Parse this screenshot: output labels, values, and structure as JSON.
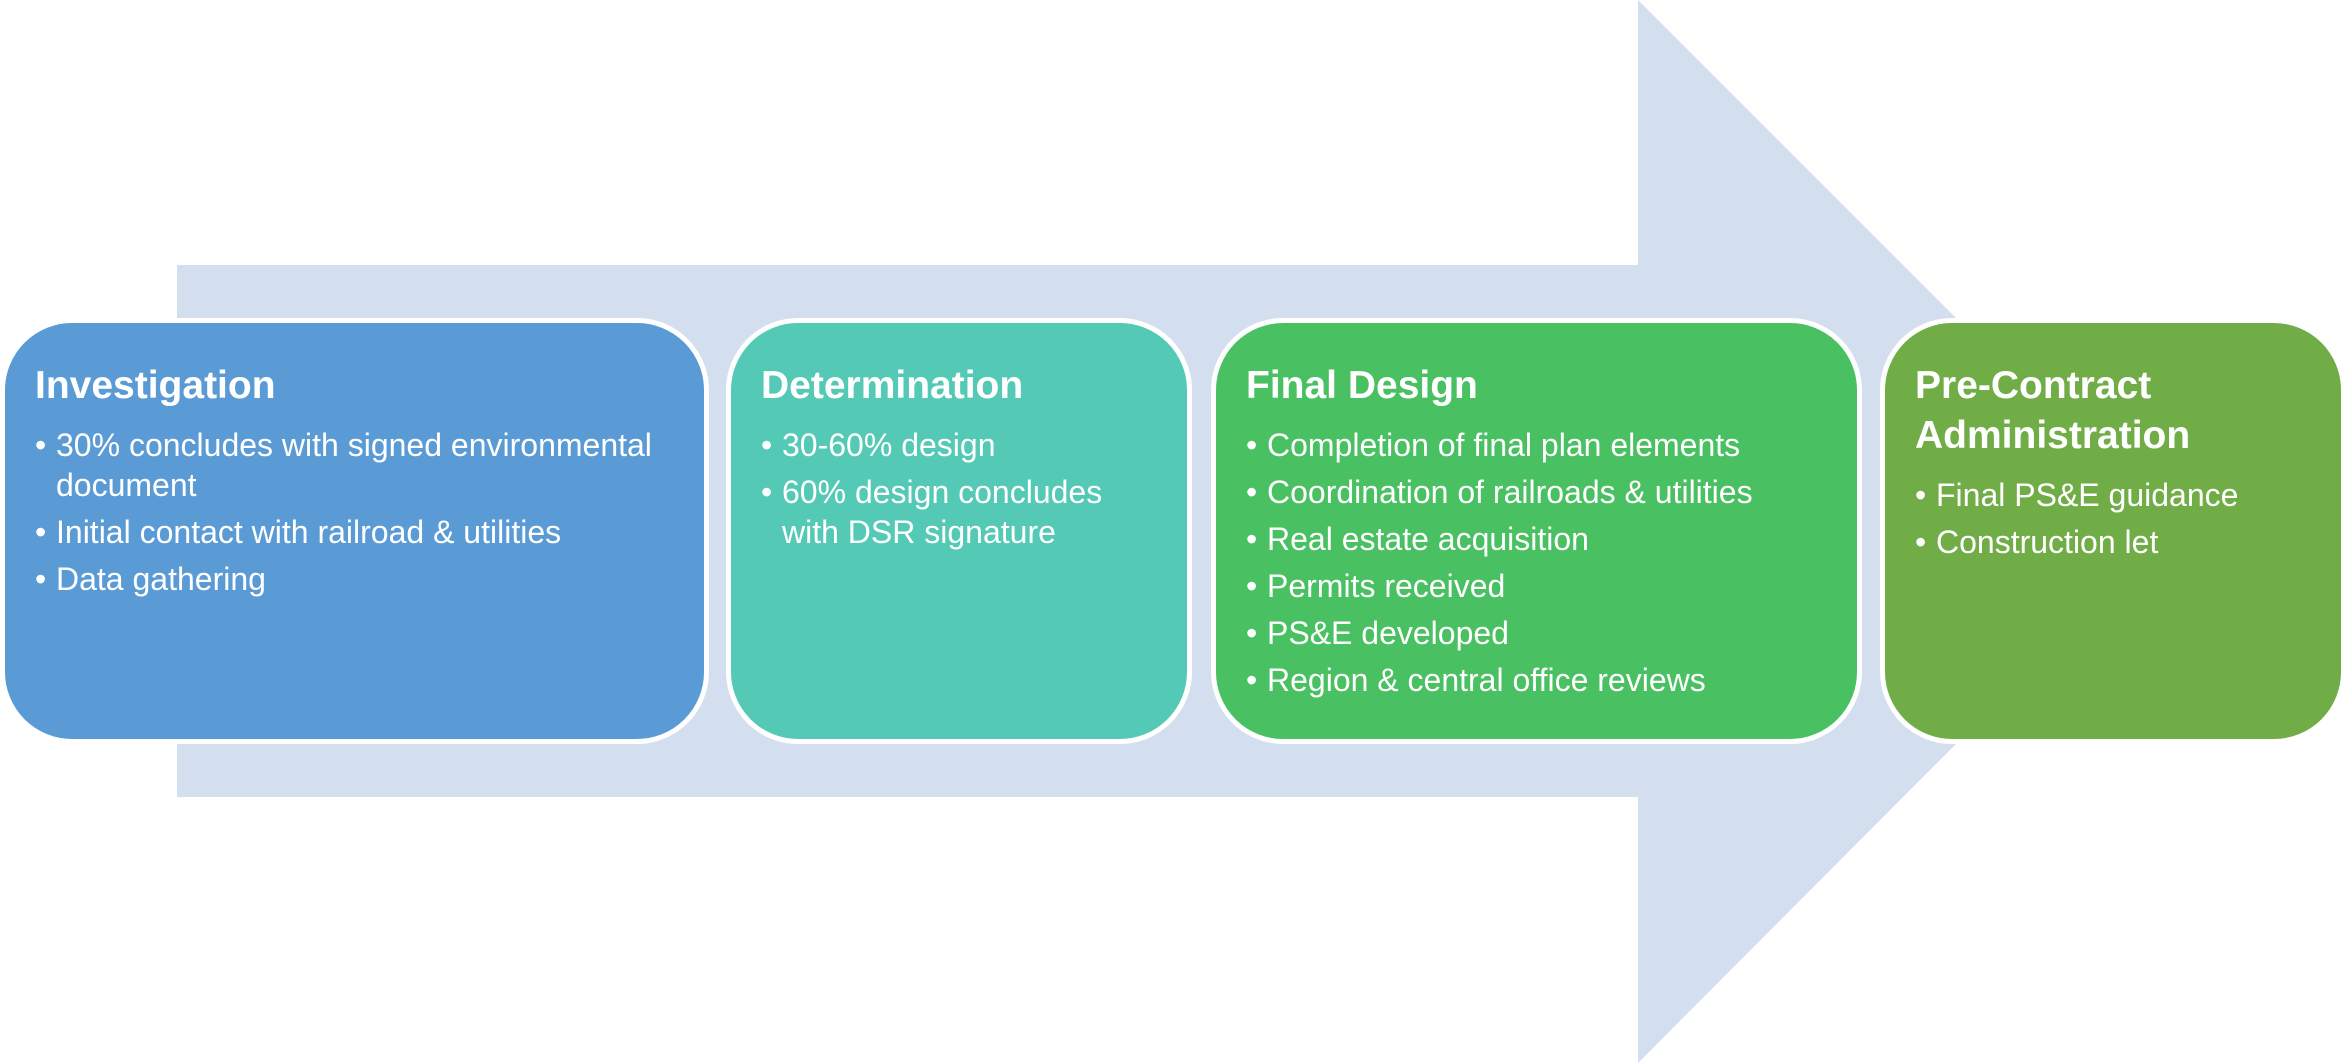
{
  "colors": {
    "arrow": "#d3dfef",
    "investigation": "#5b9bd5",
    "determination": "#54c9b5",
    "final_design": "#49c061",
    "pre_contract": "#71ad47",
    "text": "#ffffff"
  },
  "stages": [
    {
      "title": "Investigation",
      "bullets": [
        "30% concludes with signed environmental document",
        "Initial contact with railroad & utilities",
        "Data gathering"
      ]
    },
    {
      "title": "Determination",
      "bullets": [
        "30-60% design",
        "60% design concludes with DSR signature"
      ]
    },
    {
      "title": "Final Design",
      "bullets": [
        "Completion of final plan elements",
        "Coordination of railroads & utilities",
        "Real estate acquisition",
        "Permits received",
        "PS&E developed",
        "Region & central office reviews"
      ]
    },
    {
      "title": "Pre-Contract Administration",
      "bullets": [
        "Final PS&E guidance",
        "Construction let"
      ]
    }
  ]
}
